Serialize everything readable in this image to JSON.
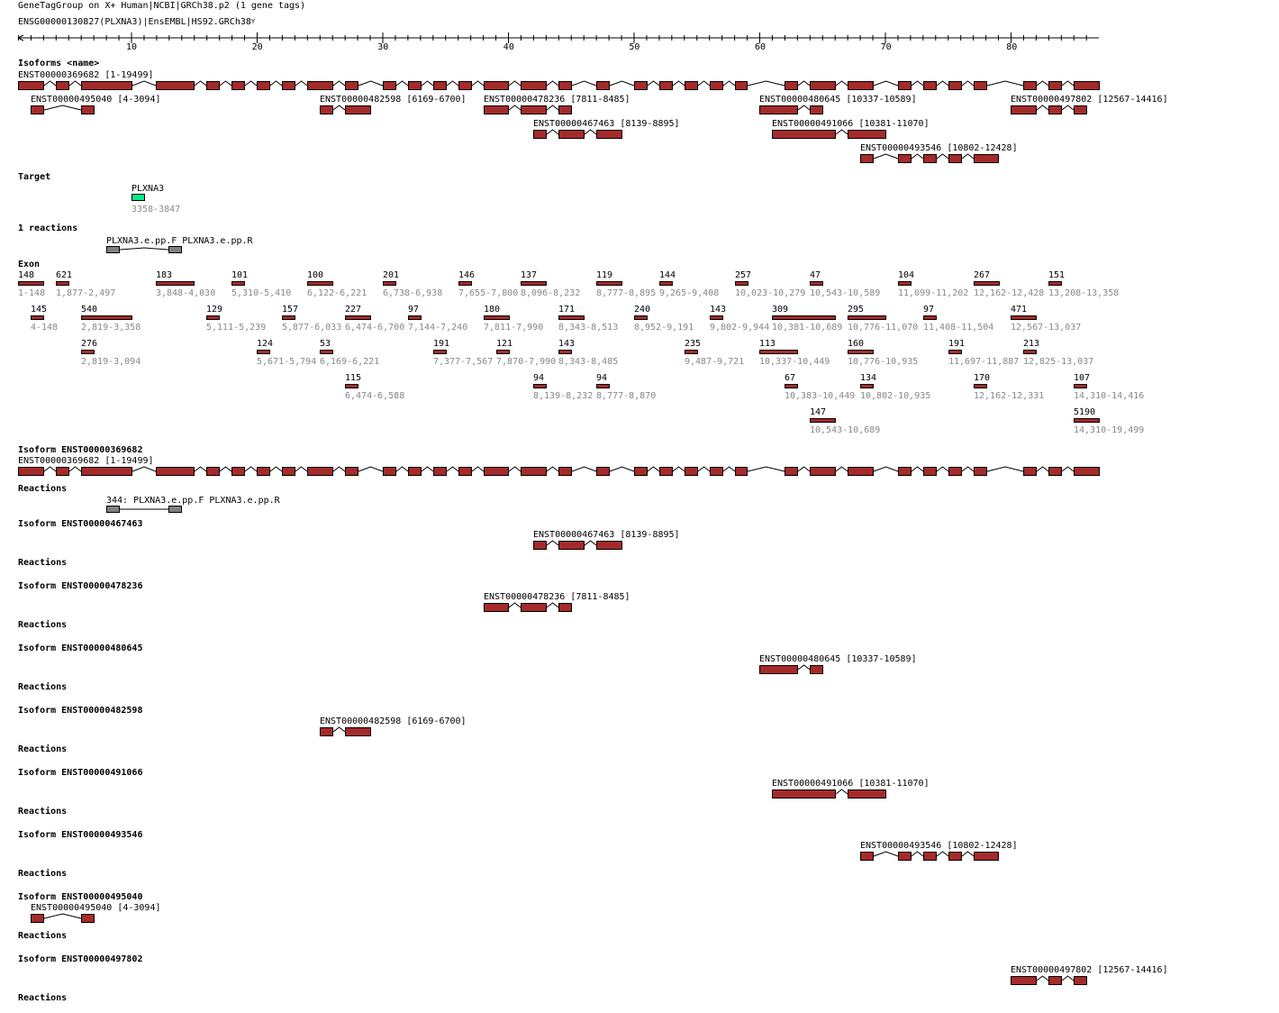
{
  "header": {
    "title": "GeneTagGroup on X+ Human|NCBI|GRCh38.p2 (1 gene tags)",
    "gene": "ENSG00000130827(PLXNA3)|EnsEMBL|HS92.GRCh38",
    "gene_suffix": "Y"
  },
  "ruler": {
    "ticks": [
      "10",
      "20",
      "30",
      "40",
      "50",
      "60",
      "70",
      "80"
    ]
  },
  "isoforms_heading": "Isoforms <name>",
  "isoforms": {
    "i369682": "ENST00000369682 [1-19499]",
    "i495040": "ENST00000495040 [4-3094]",
    "i482598": "ENST00000482598 [6169-6700]",
    "i478236": "ENST00000478236 [7811-8485]",
    "i467463": "ENST00000467463 [8139-8895]",
    "i480645": "ENST00000480645 [10337-10589]",
    "i491066": "ENST00000491066 [10381-11070]",
    "i493546": "ENST00000493546 [10802-12428]",
    "i497802": "ENST00000497802 [12567-14416]"
  },
  "target": {
    "heading": "Target",
    "name": "PLXNA3",
    "range": "3358-3847",
    "color": "#00ee88"
  },
  "reactions": {
    "heading": "1 reactions",
    "label": "PLXNA3.e.pp.F PLXNA3.e.pp.R"
  },
  "exon": {
    "heading": "Exon",
    "items": [
      [
        "148",
        "1-148"
      ],
      [
        "621",
        "1,877-2,497"
      ],
      [
        "183",
        "3,848-4,030"
      ],
      [
        "101",
        "5,310-5,410"
      ],
      [
        "100",
        "6,122-6,221"
      ],
      [
        "201",
        "6,738-6,938"
      ],
      [
        "146",
        "7,655-7,800"
      ],
      [
        "137",
        "8,096-8,232"
      ],
      [
        "119",
        "8,777-8,895"
      ],
      [
        "144",
        "9,265-9,408"
      ],
      [
        "257",
        "10,023-10,279"
      ],
      [
        "47",
        "10,543-10,589"
      ],
      [
        "104",
        "11,099-11,202"
      ],
      [
        "267",
        "12,162-12,428"
      ],
      [
        "151",
        "13,208-13,358"
      ],
      [
        "145",
        "4-148"
      ],
      [
        "540",
        "2,819-3,358"
      ],
      [
        "129",
        "5,111-5,239"
      ],
      [
        "157",
        "5,877-6,033"
      ],
      [
        "227",
        "6,474-6,700"
      ],
      [
        "97",
        "7,144-7,240"
      ],
      [
        "180",
        "7,811-7,990"
      ],
      [
        "171",
        "8,343-8,513"
      ],
      [
        "240",
        "8,952-9,191"
      ],
      [
        "143",
        "9,802-9,944"
      ],
      [
        "309",
        "10,381-10,689"
      ],
      [
        "295",
        "10,776-11,070"
      ],
      [
        "97",
        "11,408-11,504"
      ],
      [
        "471",
        "12,567-13,037"
      ],
      [
        "276",
        "2,819-3,094"
      ],
      [
        "124",
        "5,671-5,794"
      ],
      [
        "53",
        "6,169-6,221"
      ],
      [
        "191",
        "7,377-7,567"
      ],
      [
        "121",
        "7,870-7,990"
      ],
      [
        "143",
        "8,343-8,485"
      ],
      [
        "235",
        "9,487-9,721"
      ],
      [
        "113",
        "10,337-10,449"
      ],
      [
        "160",
        "10,776-10,935"
      ],
      [
        "191",
        "11,697-11,887"
      ],
      [
        "213",
        "12,825-13,037"
      ],
      [
        "115",
        "6,474-6,588"
      ],
      [
        "94",
        "8,139-8,232"
      ],
      [
        "94",
        "8,777-8,870"
      ],
      [
        "67",
        "10,383-10,449"
      ],
      [
        "134",
        "10,802-10,935"
      ],
      [
        "170",
        "12,162-12,331"
      ],
      [
        "107",
        "14,310-14,416"
      ],
      [
        "147",
        "10,543-10,689"
      ],
      [
        "5190",
        "14,310-19,499"
      ]
    ]
  },
  "sections": [
    {
      "heading": "Isoform ENST00000369682",
      "iso": "i369682",
      "reactions": "Reactions",
      "reaction_label": "344: PLXNA3.e.pp.F PLXNA3.e.pp.R"
    },
    {
      "heading": "Isoform ENST00000467463",
      "iso": "i467463",
      "reactions": "Reactions"
    },
    {
      "heading": "Isoform ENST00000478236",
      "iso": "i478236",
      "reactions": "Reactions"
    },
    {
      "heading": "Isoform ENST00000480645",
      "iso": "i480645",
      "reactions": "Reactions"
    },
    {
      "heading": "Isoform ENST00000482598",
      "iso": "i482598",
      "reactions": "Reactions"
    },
    {
      "heading": "Isoform ENST00000491066",
      "iso": "i491066",
      "reactions": "Reactions"
    },
    {
      "heading": "Isoform ENST00000493546",
      "iso": "i493546",
      "reactions": "Reactions"
    },
    {
      "heading": "Isoform ENST00000495040",
      "iso": "i495040",
      "reactions": "Reactions"
    },
    {
      "heading": "Isoform ENST00000497802",
      "iso": "i497802",
      "reactions": "Reactions"
    }
  ],
  "colors": {
    "exon": "#a52a2a",
    "reaction": "#808080"
  }
}
